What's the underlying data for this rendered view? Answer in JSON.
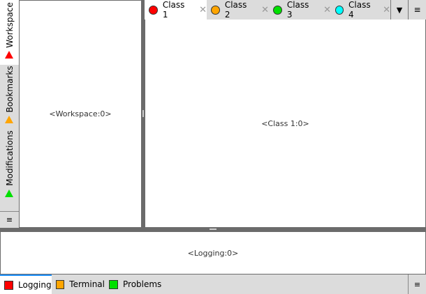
{
  "left_tabs": [
    {
      "label": "Workspace",
      "color": "#ff0000",
      "selected": true
    },
    {
      "label": "Bookmarks",
      "color": "#ffa500"
    },
    {
      "label": "Modifications",
      "color": "#00e000"
    }
  ],
  "menu_icon": "≡",
  "workspace_content": "<Workspace:0>",
  "tabs": [
    {
      "label": "Class 1",
      "color": "#ff0000",
      "selected": true
    },
    {
      "label": "Class 2",
      "color": "#ffa500"
    },
    {
      "label": "Class 3",
      "color": "#00e000"
    },
    {
      "label": "Class 4",
      "color": "#00ffff"
    }
  ],
  "close_icon": "✕",
  "dropdown_icon": "▼",
  "editor_content": "<Class 1:0>",
  "logging_content": "<Logging:0>",
  "bottom_tabs": [
    {
      "label": "Logging",
      "color": "#ff0000",
      "selected": true
    },
    {
      "label": "Terminal",
      "color": "#ffa500"
    },
    {
      "label": "Problems",
      "color": "#00e000"
    }
  ],
  "accent": "#1e90ff"
}
